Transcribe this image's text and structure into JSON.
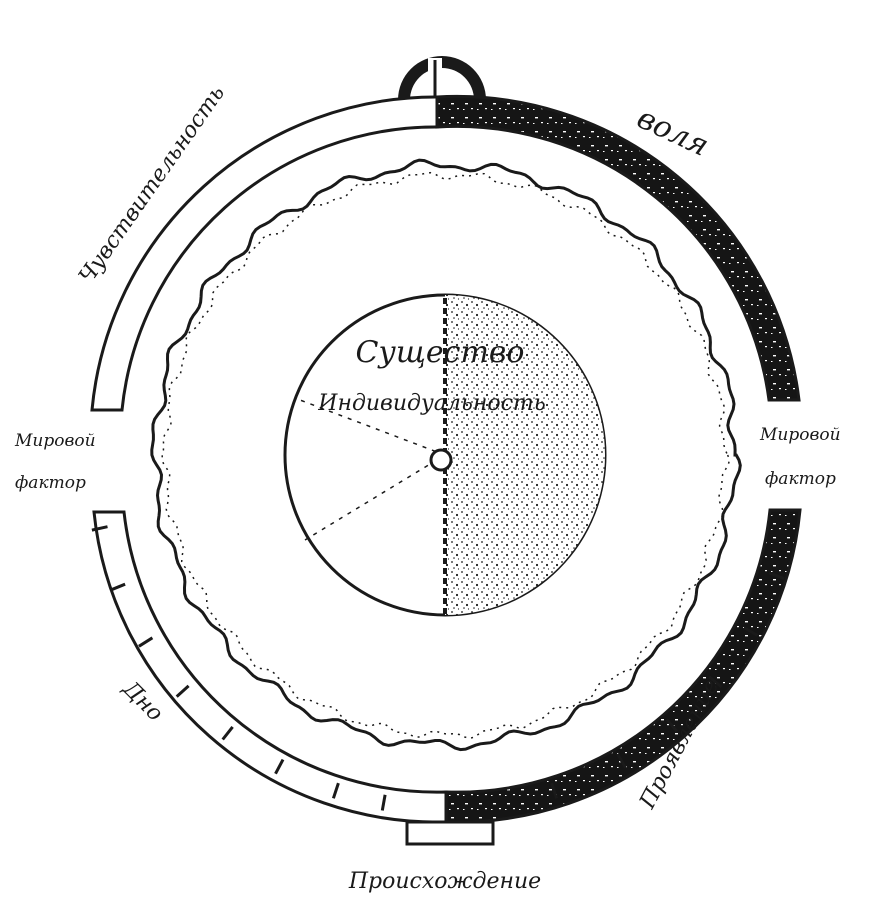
{
  "diagram": {
    "labels": {
      "top_left_arc": "Чувствительность",
      "top_right_arc": "воля",
      "left_gap_line1": "Мировой",
      "left_gap_line2": "фактор",
      "right_gap_line1": "Мировой",
      "right_gap_line2": "фактор",
      "bottom_left_arc": "Дно",
      "bottom_right_arc": "Проявление",
      "bottom": "Происхождение",
      "core_line1": "Существо",
      "core_line2": "Индивидуальность"
    },
    "colors": {
      "ink": "#1a1a1a",
      "paper": "#ffffff"
    }
  }
}
